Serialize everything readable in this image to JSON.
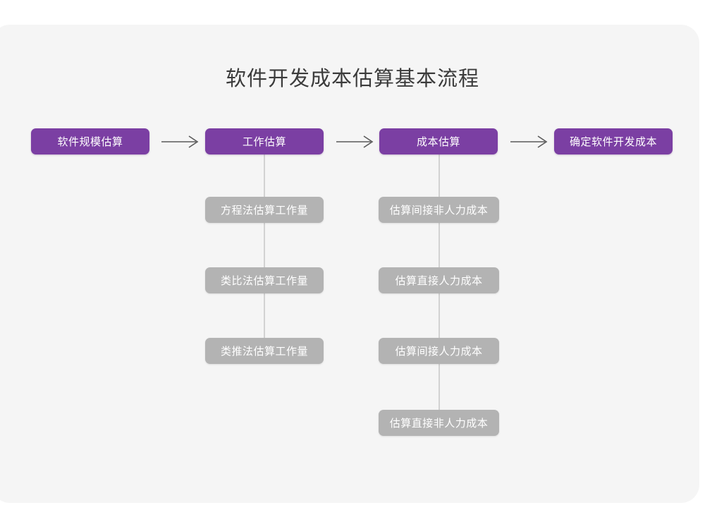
{
  "diagram": {
    "title": "软件开发成本估算基本流程",
    "colors": {
      "background": "#ffffff",
      "card": "#f5f5f5",
      "primary_node": "#7b3fa3",
      "secondary_node": "#b3b3b3",
      "node_text": "#ffffff",
      "title_text": "#3b3b3b",
      "connector": "#d2d2d2",
      "arrow": "#5a5a5a"
    },
    "stages": [
      {
        "label": "软件规模估算",
        "substeps": []
      },
      {
        "label": "工作估算",
        "substeps": [
          "方程法估算工作量",
          "类比法估算工作量",
          "类推法估算工作量"
        ]
      },
      {
        "label": "成本估算",
        "substeps": [
          "估算间接非人力成本",
          "估算直接人力成本",
          "估算间接人力成本",
          "估算直接非人力成本"
        ]
      },
      {
        "label": "确定软件开发成本",
        "substeps": []
      }
    ],
    "arrows": [
      {
        "name": "arrow-stage1-to-stage2",
        "glyph": "right-arrow-icon"
      },
      {
        "name": "arrow-stage2-to-stage3",
        "glyph": "right-arrow-icon"
      },
      {
        "name": "arrow-stage3-to-stage4",
        "glyph": "right-arrow-icon"
      }
    ]
  }
}
